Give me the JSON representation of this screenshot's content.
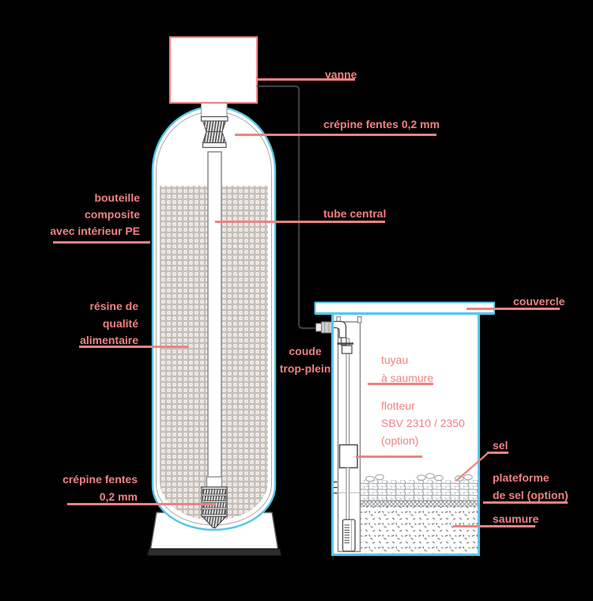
{
  "colors": {
    "background": "#000000",
    "label_accent": "#ef8282",
    "tank_outline_blue": "#58c6e8",
    "pipe_dark": "#3e3e3e",
    "hardware_gray": "#8a8a8a"
  },
  "labels": {
    "vanne": {
      "text": "vanne"
    },
    "crepine_haut": {
      "text": "crépine fentes 0,2 mm"
    },
    "tube_central": {
      "text": "tube central"
    },
    "bouteille": {
      "line1": "bouteille",
      "line2": "composite",
      "line3": "avec intérieur PE"
    },
    "resine": {
      "line1": "résine de",
      "line2": "qualité",
      "line3": "alimentaire"
    },
    "crepine_bas": {
      "line1": "crépine fentes",
      "line2": "0,2 mm"
    },
    "couvercle": {
      "text": "couvercle"
    },
    "coude": {
      "line1": "coude",
      "line2": "trop-plein"
    },
    "tuyau": {
      "line1": "tuyau",
      "line2": "à saumure"
    },
    "flotteur": {
      "line1": "flotteur",
      "line2": "SBV 2310 / 2350",
      "line3": "(option)"
    },
    "sel": {
      "text": "sel"
    },
    "plateforme": {
      "line1": "plateforme",
      "line2": "de sel (option)"
    },
    "saumure": {
      "text": "saumure"
    }
  }
}
